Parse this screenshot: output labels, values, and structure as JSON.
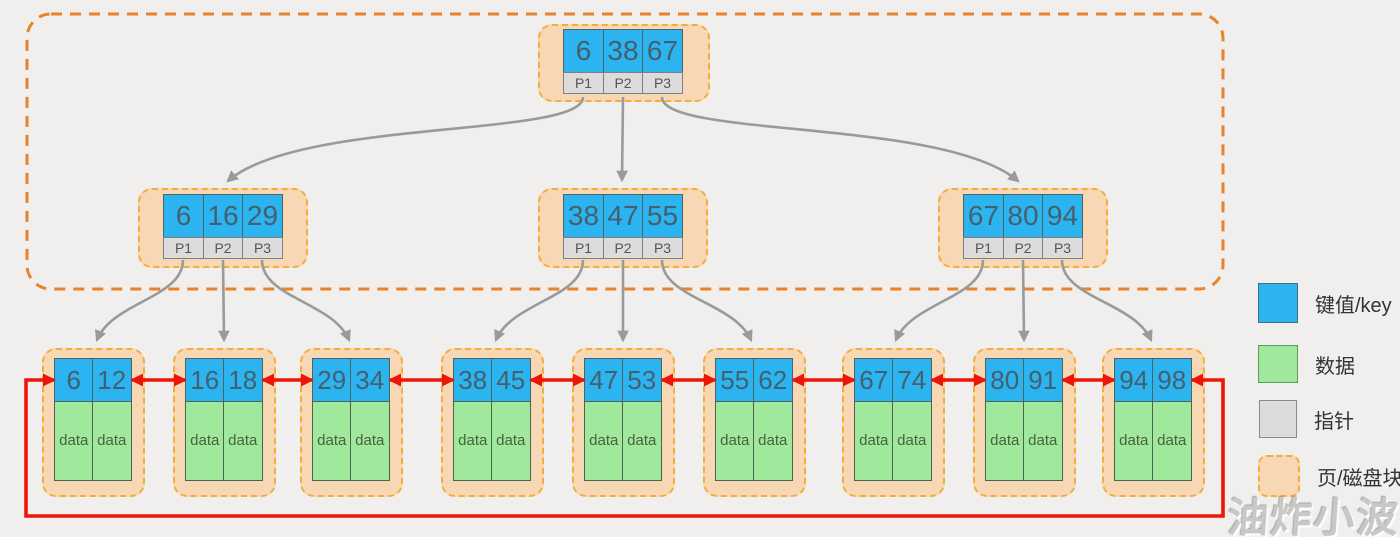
{
  "colors": {
    "background": "#f0efed",
    "key_cell": "#2cb4f0",
    "data_cell": "#a0e89c",
    "pointer_cell": "#dcdcdc",
    "page_fill": "#f8d8b4",
    "page_dashed_border": "#f2ae3d",
    "outer_dashed_border": "#e8832b",
    "leaf_link_arrow": "#ed1505",
    "tree_arrow": "#9a9a9a"
  },
  "tree": {
    "root": {
      "keys": [
        "6",
        "38",
        "67"
      ],
      "pointers": [
        "P1",
        "P2",
        "P3"
      ]
    },
    "internal_nodes": [
      {
        "keys": [
          "6",
          "16",
          "29"
        ],
        "pointers": [
          "P1",
          "P2",
          "P3"
        ]
      },
      {
        "keys": [
          "38",
          "47",
          "55"
        ],
        "pointers": [
          "P1",
          "P2",
          "P3"
        ]
      },
      {
        "keys": [
          "67",
          "80",
          "94"
        ],
        "pointers": [
          "P1",
          "P2",
          "P3"
        ]
      }
    ],
    "leaf_nodes": [
      {
        "keys": [
          "6",
          "12"
        ],
        "data": [
          "data",
          "data"
        ]
      },
      {
        "keys": [
          "16",
          "18"
        ],
        "data": [
          "data",
          "data"
        ]
      },
      {
        "keys": [
          "29",
          "34"
        ],
        "data": [
          "data",
          "data"
        ]
      },
      {
        "keys": [
          "38",
          "45"
        ],
        "data": [
          "data",
          "data"
        ]
      },
      {
        "keys": [
          "47",
          "53"
        ],
        "data": [
          "data",
          "data"
        ]
      },
      {
        "keys": [
          "55",
          "62"
        ],
        "data": [
          "data",
          "data"
        ]
      },
      {
        "keys": [
          "67",
          "74"
        ],
        "data": [
          "data",
          "data"
        ]
      },
      {
        "keys": [
          "80",
          "91"
        ],
        "data": [
          "data",
          "data"
        ]
      },
      {
        "keys": [
          "94",
          "98"
        ],
        "data": [
          "data",
          "data"
        ]
      }
    ]
  },
  "legend": {
    "key_label": "键值/key",
    "data_label": "数据",
    "pointer_label": "指针",
    "page_label": "页/磁盘块"
  },
  "watermark": "油炸小波"
}
